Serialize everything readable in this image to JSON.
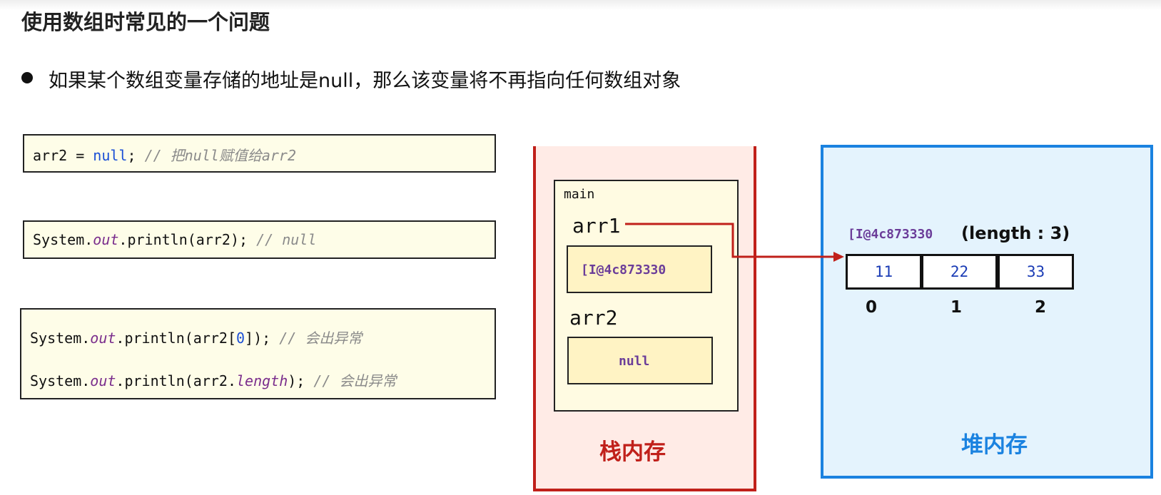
{
  "title": "使用数组时常见的一个问题",
  "bullet": "如果某个数组变量存储的地址是null，那么该变量将不再指向任何数组对象",
  "code_blocks": [
    {
      "lines": [
        {
          "pre": "arr2 = ",
          "null": "null",
          "post": "; ",
          "comment": "// 把null赋值给arr2"
        }
      ]
    },
    {
      "lines": [
        {
          "pre": "System.",
          "field": "out",
          "post": ".println(arr2); ",
          "comment": "// null"
        }
      ]
    },
    {
      "lines": [
        {
          "pre": "System.",
          "field": "out",
          "mid": ".println(arr2[",
          "num": "0",
          "post": "]); ",
          "comment": "// 会出异常"
        },
        {
          "pre": "System.",
          "field": "out",
          "mid": ".println(arr2.",
          "field2": "length",
          "post": "); ",
          "comment": "// 会出异常"
        }
      ]
    }
  ],
  "stack": {
    "frame_label": "main",
    "var1_name": "arr1",
    "var1_value": "[I@4c873330",
    "var2_name": "arr2",
    "var2_value": "null",
    "caption": "栈内存"
  },
  "heap": {
    "address": "[I@4c873330",
    "length_label": "(length : 3)",
    "cells": [
      "11",
      "22",
      "33"
    ],
    "indices": [
      "0",
      "1",
      "2"
    ],
    "caption": "堆内存"
  },
  "colors": {
    "stack_border": "#c0201a",
    "heap_border": "#1a82e0",
    "code_bg": "#fefde8"
  }
}
